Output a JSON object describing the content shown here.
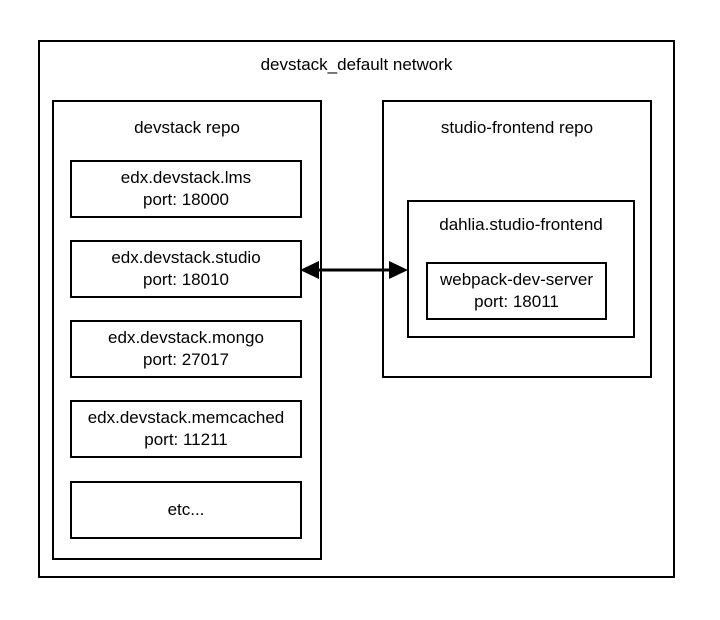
{
  "network": {
    "title": "devstack_default network",
    "devstack_repo": {
      "title": "devstack repo",
      "services": [
        {
          "name": "edx.devstack.lms",
          "port": "port: 18000"
        },
        {
          "name": "edx.devstack.studio",
          "port": "port: 18010"
        },
        {
          "name": "edx.devstack.mongo",
          "port": "port: 27017"
        },
        {
          "name": "edx.devstack.memcached",
          "port": "port: 11211"
        },
        {
          "name": "etc...",
          "port": ""
        }
      ]
    },
    "studio_frontend_repo": {
      "title": "studio-frontend repo",
      "container": {
        "title": "dahlia.studio-frontend",
        "service": {
          "name": "webpack-dev-server",
          "port": "port: 18011"
        }
      }
    },
    "connection": {
      "style": "double-headed-arrow",
      "from": "edx.devstack.studio",
      "to": "dahlia.studio-frontend"
    }
  },
  "colors": {
    "border": "#000000",
    "background": "#ffffff",
    "text": "#000000"
  }
}
